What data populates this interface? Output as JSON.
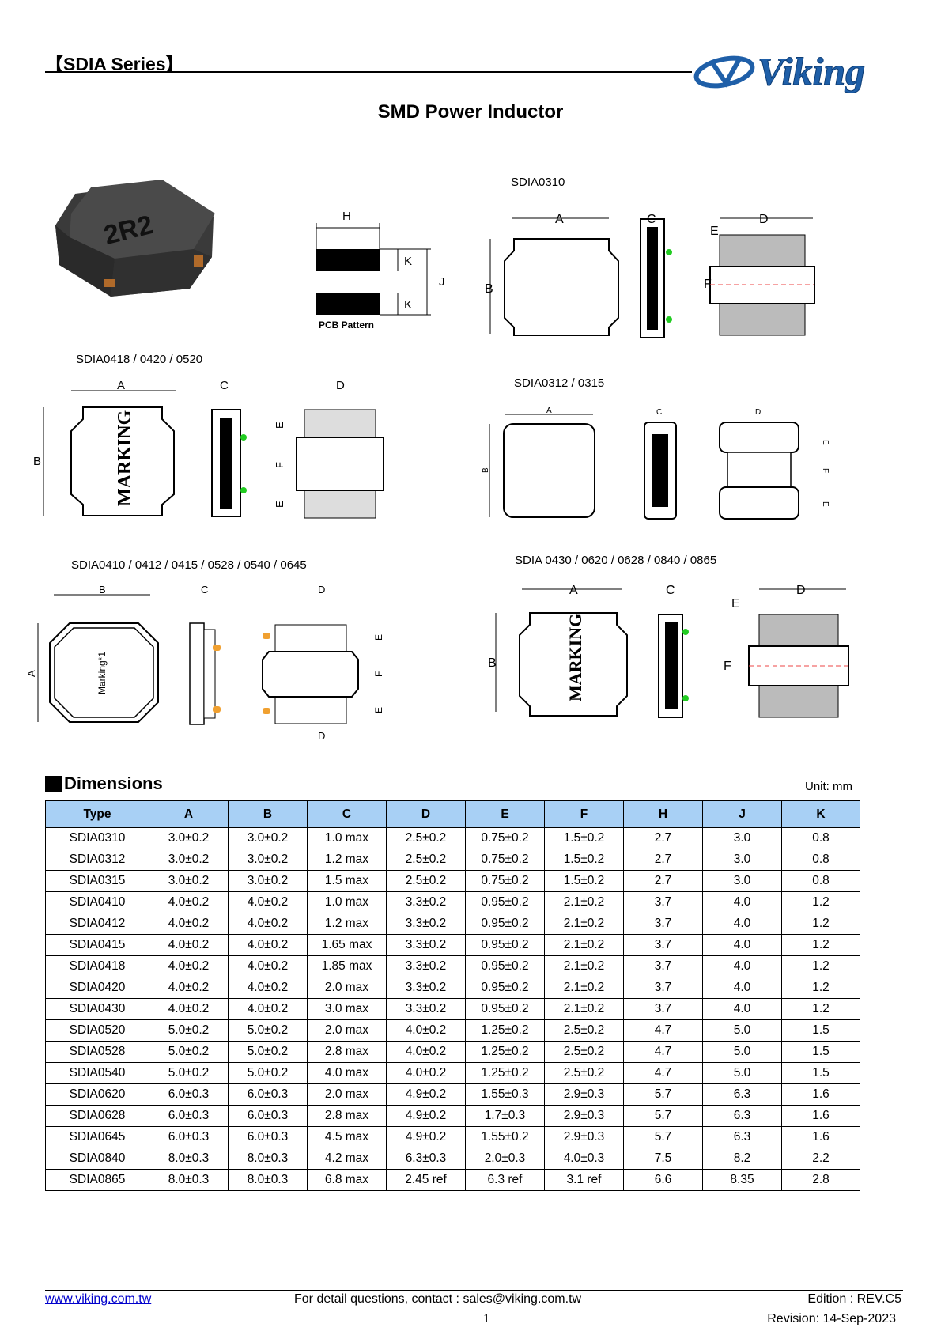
{
  "header": {
    "series": "【SDIA Series】",
    "logo_text": "Viking",
    "logo_color": "#1f5fa8"
  },
  "title": "SMD Power Inductor",
  "photo": {
    "marking": "2R2"
  },
  "pcb": {
    "h": "H",
    "j": "J",
    "k1": "K",
    "k2": "K",
    "caption": "PCB Pattern"
  },
  "figures": {
    "f0310": "SDIA0310",
    "f0418": "SDIA0418 / 0420 / 0520",
    "f0312": "SDIA0312 / 0315",
    "f0410": "SDIA0410 / 0412 / 0415 / 0528 / 0540 / 0645",
    "f0430": "SDIA 0430 / 0620 / 0628 / 0840 / 0865"
  },
  "letters": {
    "a": "A",
    "b": "B",
    "c": "C",
    "d": "D",
    "e": "E",
    "f": "F"
  },
  "marking": {
    "plain": "MARKING",
    "star": "Marking*1"
  },
  "dimensions": {
    "heading": "Dimensions",
    "unit": "Unit: mm",
    "columns": [
      "Type",
      "A",
      "B",
      "C",
      "D",
      "E",
      "F",
      "H",
      "J",
      "K"
    ],
    "rows": [
      [
        "SDIA0310",
        "3.0±0.2",
        "3.0±0.2",
        "1.0 max",
        "2.5±0.2",
        "0.75±0.2",
        "1.5±0.2",
        "2.7",
        "3.0",
        "0.8"
      ],
      [
        "SDIA0312",
        "3.0±0.2",
        "3.0±0.2",
        "1.2 max",
        "2.5±0.2",
        "0.75±0.2",
        "1.5±0.2",
        "2.7",
        "3.0",
        "0.8"
      ],
      [
        "SDIA0315",
        "3.0±0.2",
        "3.0±0.2",
        "1.5 max",
        "2.5±0.2",
        "0.75±0.2",
        "1.5±0.2",
        "2.7",
        "3.0",
        "0.8"
      ],
      [
        "SDIA0410",
        "4.0±0.2",
        "4.0±0.2",
        "1.0 max",
        "3.3±0.2",
        "0.95±0.2",
        "2.1±0.2",
        "3.7",
        "4.0",
        "1.2"
      ],
      [
        "SDIA0412",
        "4.0±0.2",
        "4.0±0.2",
        "1.2 max",
        "3.3±0.2",
        "0.95±0.2",
        "2.1±0.2",
        "3.7",
        "4.0",
        "1.2"
      ],
      [
        "SDIA0415",
        "4.0±0.2",
        "4.0±0.2",
        "1.65 max",
        "3.3±0.2",
        "0.95±0.2",
        "2.1±0.2",
        "3.7",
        "4.0",
        "1.2"
      ],
      [
        "SDIA0418",
        "4.0±0.2",
        "4.0±0.2",
        "1.85 max",
        "3.3±0.2",
        "0.95±0.2",
        "2.1±0.2",
        "3.7",
        "4.0",
        "1.2"
      ],
      [
        "SDIA0420",
        "4.0±0.2",
        "4.0±0.2",
        "2.0 max",
        "3.3±0.2",
        "0.95±0.2",
        "2.1±0.2",
        "3.7",
        "4.0",
        "1.2"
      ],
      [
        "SDIA0430",
        "4.0±0.2",
        "4.0±0.2",
        "3.0 max",
        "3.3±0.2",
        "0.95±0.2",
        "2.1±0.2",
        "3.7",
        "4.0",
        "1.2"
      ],
      [
        "SDIA0520",
        "5.0±0.2",
        "5.0±0.2",
        "2.0 max",
        "4.0±0.2",
        "1.25±0.2",
        "2.5±0.2",
        "4.7",
        "5.0",
        "1.5"
      ],
      [
        "SDIA0528",
        "5.0±0.2",
        "5.0±0.2",
        "2.8 max",
        "4.0±0.2",
        "1.25±0.2",
        "2.5±0.2",
        "4.7",
        "5.0",
        "1.5"
      ],
      [
        "SDIA0540",
        "5.0±0.2",
        "5.0±0.2",
        "4.0 max",
        "4.0±0.2",
        "1.25±0.2",
        "2.5±0.2",
        "4.7",
        "5.0",
        "1.5"
      ],
      [
        "SDIA0620",
        "6.0±0.3",
        "6.0±0.3",
        "2.0 max",
        "4.9±0.2",
        "1.55±0.3",
        "2.9±0.3",
        "5.7",
        "6.3",
        "1.6"
      ],
      [
        "SDIA0628",
        "6.0±0.3",
        "6.0±0.3",
        "2.8 max",
        "4.9±0.2",
        "1.7±0.3",
        "2.9±0.3",
        "5.7",
        "6.3",
        "1.6"
      ],
      [
        "SDIA0645",
        "6.0±0.3",
        "6.0±0.3",
        "4.5 max",
        "4.9±0.2",
        "1.55±0.2",
        "2.9±0.3",
        "5.7",
        "6.3",
        "1.6"
      ],
      [
        "SDIA0840",
        "8.0±0.3",
        "8.0±0.3",
        "4.2 max",
        "6.3±0.3",
        "2.0±0.3",
        "4.0±0.3",
        "7.5",
        "8.2",
        "2.2"
      ],
      [
        "SDIA0865",
        "8.0±0.3",
        "8.0±0.3",
        "6.8 max",
        "2.45 ref",
        "6.3 ref",
        "3.1 ref",
        "6.6",
        "8.35",
        "2.8"
      ]
    ]
  },
  "footer": {
    "url": "www.viking.com.tw",
    "contact": "For detail questions, contact : sales@viking.com.tw",
    "edition": "Edition : REV.C5",
    "page": "1",
    "revision": "Revision: 14-Sep-2023"
  }
}
